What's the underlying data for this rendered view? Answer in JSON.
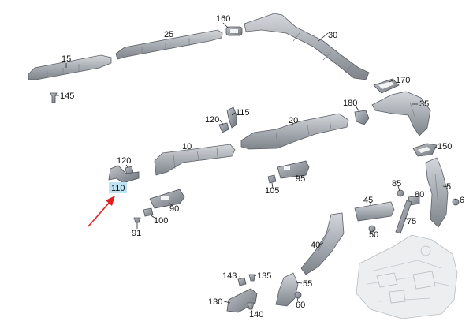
{
  "diagram": {
    "highlighted_part": "110",
    "highlight_color": "#bfe3f5",
    "arrow_color": "#e02020",
    "part_numbers": {
      "p160": "160",
      "p25": "25",
      "p30": "30",
      "p15": "15",
      "p145": "145",
      "p170": "170",
      "p115": "115",
      "p180": "180",
      "p35": "35",
      "p120a": "120",
      "p20": "20",
      "p10": "10",
      "p150": "150",
      "p120b": "120",
      "p110": "110",
      "p95": "95",
      "p105": "105",
      "p5": "5",
      "p6": "6",
      "p85": "85",
      "p80": "80",
      "p90": "90",
      "p45": "45",
      "p100": "100",
      "p91": "91",
      "p75": "75",
      "p50": "50",
      "p40": "40",
      "p143": "143",
      "p135": "135",
      "p55": "55",
      "p130": "130",
      "p60": "60",
      "p140": "140"
    }
  }
}
